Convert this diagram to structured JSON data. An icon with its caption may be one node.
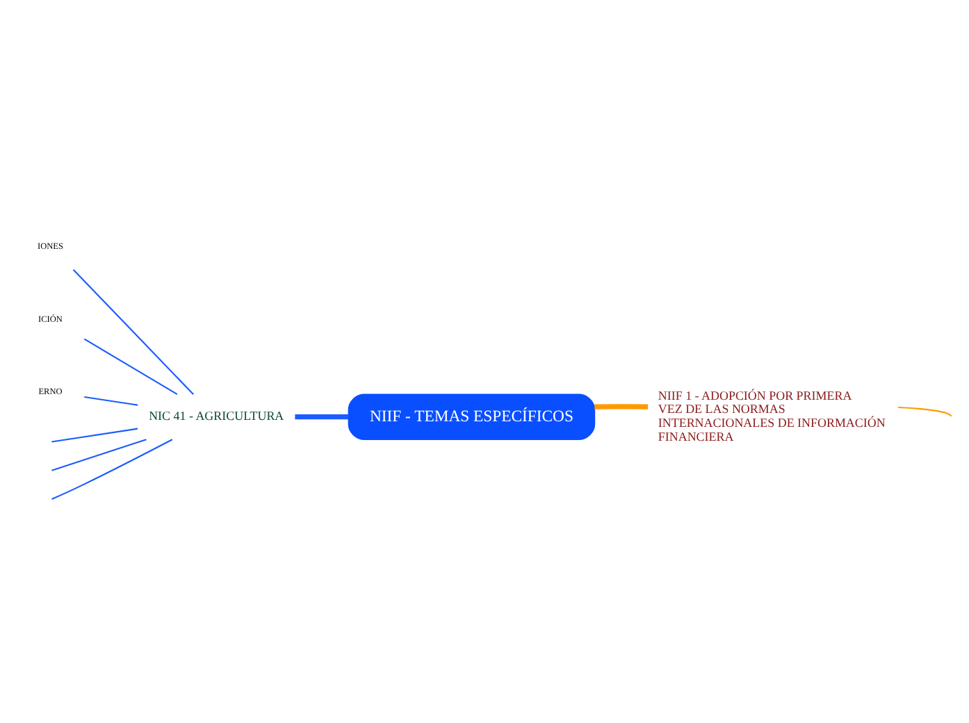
{
  "diagram": {
    "nodes": [
      {
        "text": [
          "NIIF - TEMAS ESPECÍFICOS"
        ]
      },
      {
        "text": [
          "NIC 41 - AGRICULTURA"
        ]
      },
      {
        "text": [
          "NIIF 1 - ADOPCIÓN POR PRIMERA VEZ DE LAS NORMAS INTERNACIONALES DE INFORMACIÓN FINANCIERA"
        ]
      },
      {
        "text": [
          "IONES"
        ]
      },
      {
        "text": [
          "ICIÓN"
        ]
      },
      {
        "text": [
          "ERNO"
        ]
      }
    ],
    "edges": [
      {
        "from": 0,
        "to": 1,
        "arrow": "none",
        "style": "thick"
      },
      {
        "from": 0,
        "to": 2,
        "arrow": "none",
        "style": "thick",
        "color": "#ff9900"
      },
      {
        "from": 1,
        "to": null,
        "arrow": "none"
      },
      {
        "from": 1,
        "to": null,
        "arrow": "none"
      },
      {
        "from": 1,
        "to": 3,
        "arrow": "none"
      },
      {
        "from": 1,
        "to": 4,
        "arrow": "none"
      },
      {
        "from": 1,
        "to": 5,
        "arrow": "none"
      },
      {
        "from": 1,
        "to": null,
        "arrow": "none"
      },
      {
        "from": 2,
        "to": null,
        "arrow": "none",
        "color": "#ff9900"
      }
    ]
  }
}
